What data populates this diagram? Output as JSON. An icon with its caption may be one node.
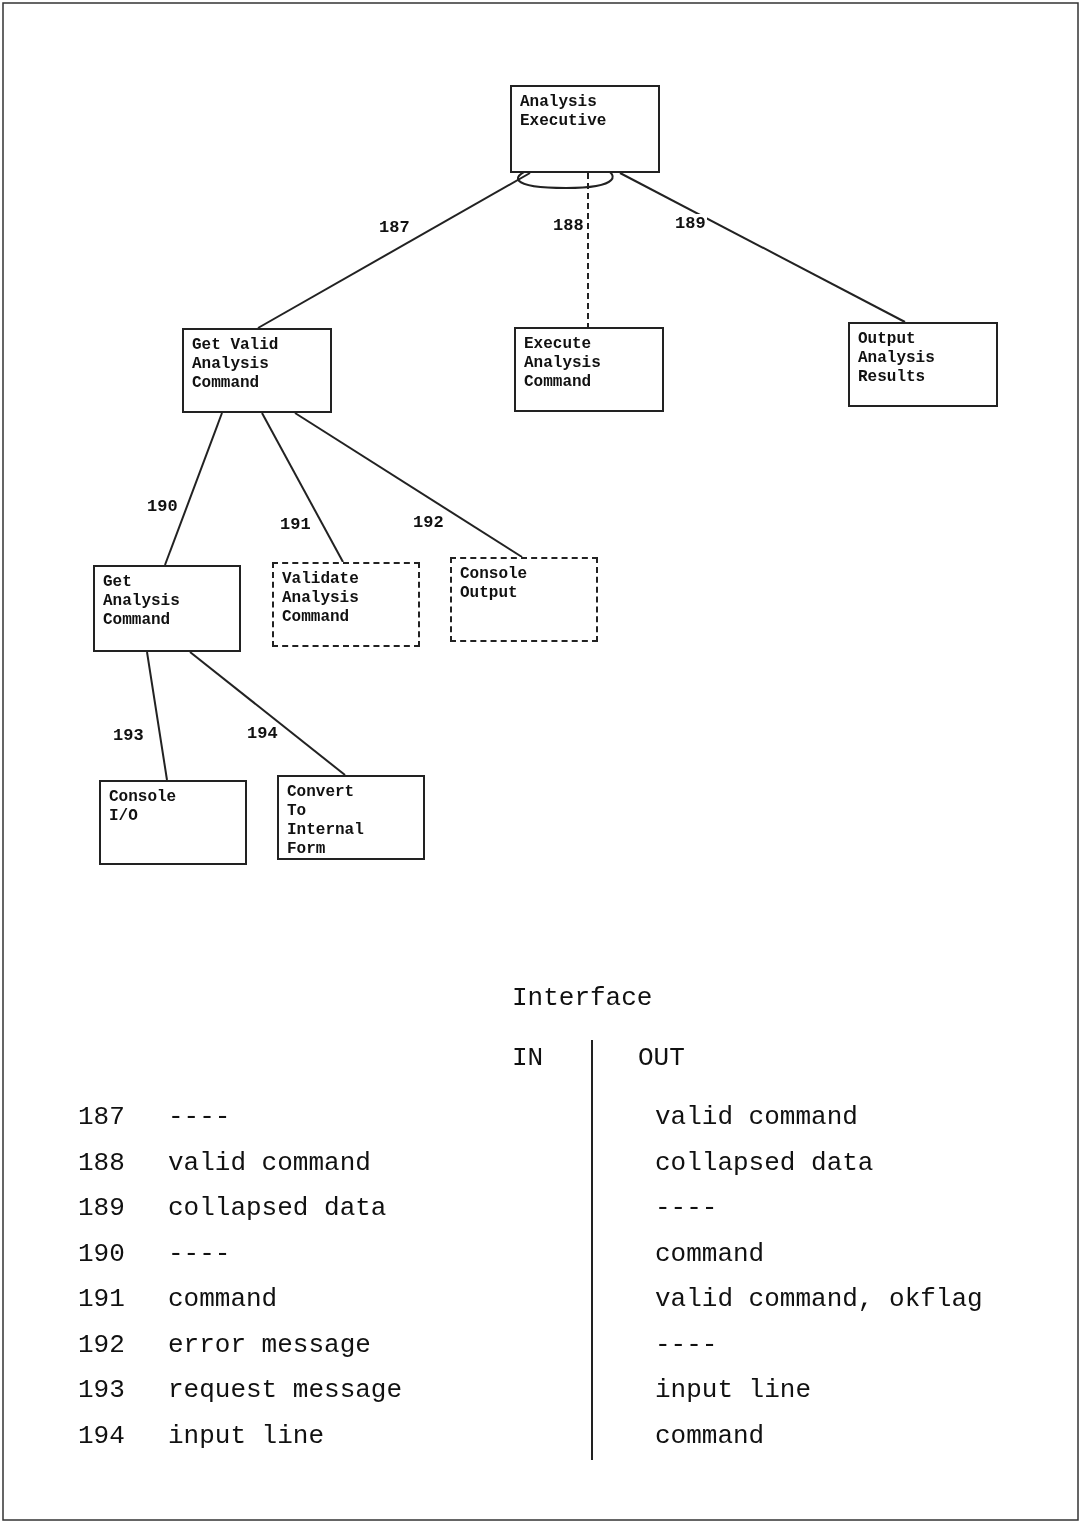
{
  "diagram": {
    "nodes": [
      {
        "text": [
          "Analysis Executive"
        ]
      },
      {
        "text": [
          "Get Valid Analysis Command"
        ]
      },
      {
        "text": [
          "Execute Analysis Command"
        ]
      },
      {
        "text": [
          "Output Analysis Results"
        ]
      },
      {
        "text": [
          "Get Analysis Command"
        ]
      },
      {
        "text": [
          "Validate Analysis Command"
        ]
      },
      {
        "text": [
          "Console Output"
        ]
      },
      {
        "text": [
          "Console I/O"
        ]
      },
      {
        "text": [
          "Convert To Internal Form"
        ]
      }
    ],
    "edges": [
      {
        "from": 0,
        "to": 1,
        "arrow": "none",
        "label": "187"
      },
      {
        "from": 0,
        "to": 2,
        "arrow": "none",
        "label": "188",
        "style": "dashed"
      },
      {
        "from": 0,
        "to": 3,
        "arrow": "none",
        "label": "189"
      },
      {
        "from": 1,
        "to": 4,
        "arrow": "none",
        "label": "190"
      },
      {
        "from": 1,
        "to": 5,
        "arrow": "none",
        "label": "191"
      },
      {
        "from": 1,
        "to": 6,
        "arrow": "none",
        "label": "192"
      },
      {
        "from": 4,
        "to": 7,
        "arrow": "none",
        "label": "193"
      },
      {
        "from": 4,
        "to": 8,
        "arrow": "none",
        "label": "194"
      }
    ],
    "labels": [
      "Interface",
      "IN",
      "OUT",
      "187",
      "----",
      "valid command",
      "188",
      "valid command",
      "collapsed data",
      "189",
      "collapsed data",
      "----",
      "190",
      "----",
      "command",
      "191",
      "command",
      "valid command, okflag",
      "192",
      "error message",
      "----",
      "193",
      "request message",
      "input line",
      "194",
      "input line",
      "command"
    ]
  }
}
